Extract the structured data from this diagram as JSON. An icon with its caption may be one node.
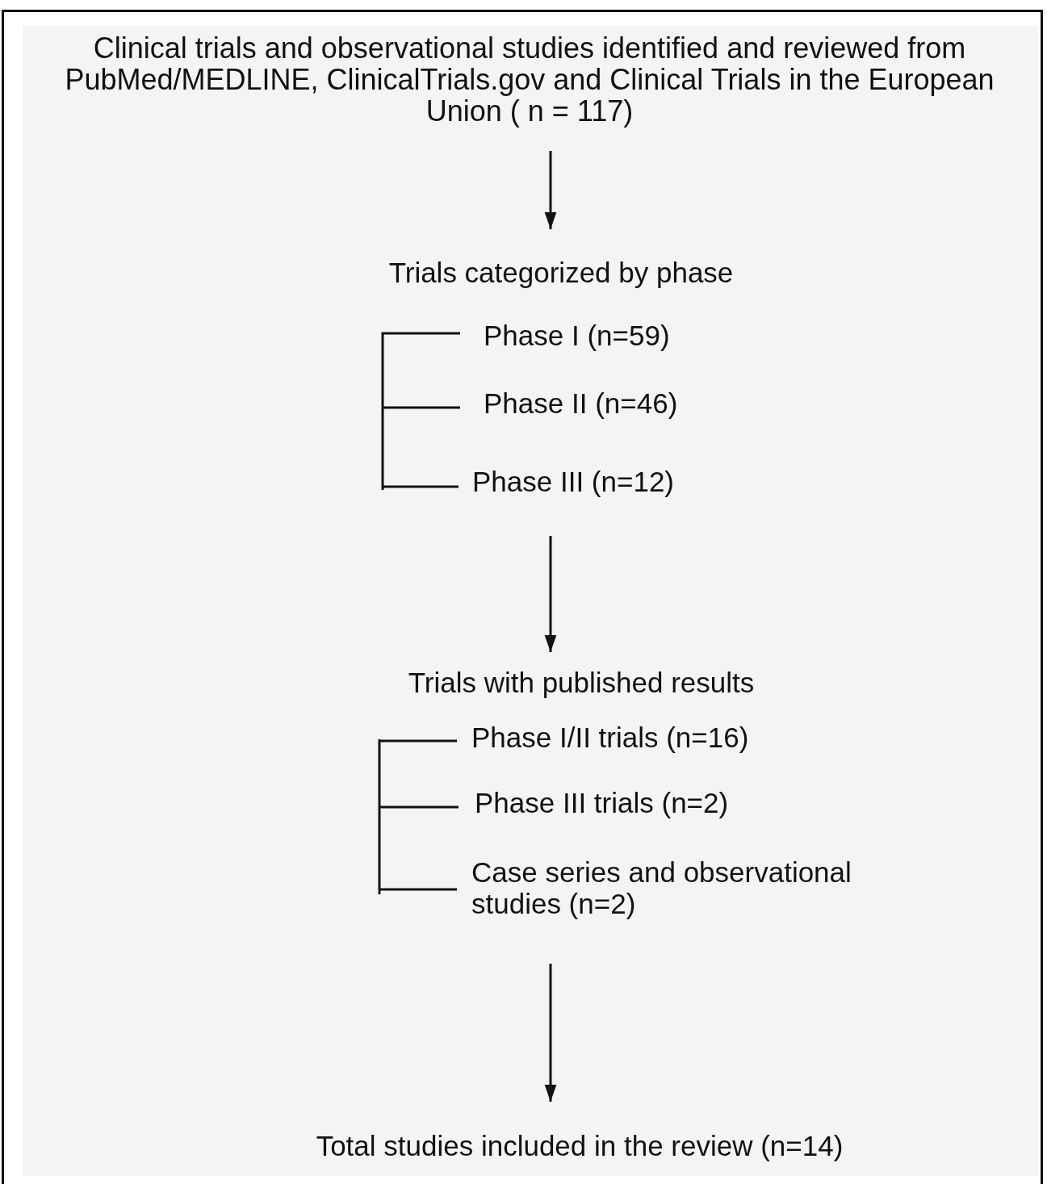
{
  "diagram": {
    "nodes": [
      {
        "text": [
          "Clinical trials and observational studies identified and reviewed from PubMed/MEDLINE, ClinicalTrials.gov and Clinical Trials in the European Union ( n = 117)"
        ]
      },
      {
        "text": [
          "Trials categorized by phase"
        ]
      },
      {
        "text": [
          "Phase I (n=59)"
        ]
      },
      {
        "text": [
          "Phase II (n=46)"
        ]
      },
      {
        "text": [
          "Phase III (n=12)"
        ]
      },
      {
        "text": [
          "Trials with published results"
        ]
      },
      {
        "text": [
          "Phase I/II trials (n=16)"
        ]
      },
      {
        "text": [
          "Phase III trials (n=2)"
        ]
      },
      {
        "text": [
          "Case series and observational studies (n=2)"
        ]
      },
      {
        "text": [
          "Total studies included in the review (n=14)"
        ]
      }
    ],
    "edges": [
      {
        "from": 0,
        "to": 1,
        "arrow": "to"
      },
      {
        "from": 4,
        "to": 5,
        "arrow": "to"
      },
      {
        "from": 8,
        "to": 9,
        "arrow": "to"
      }
    ]
  }
}
